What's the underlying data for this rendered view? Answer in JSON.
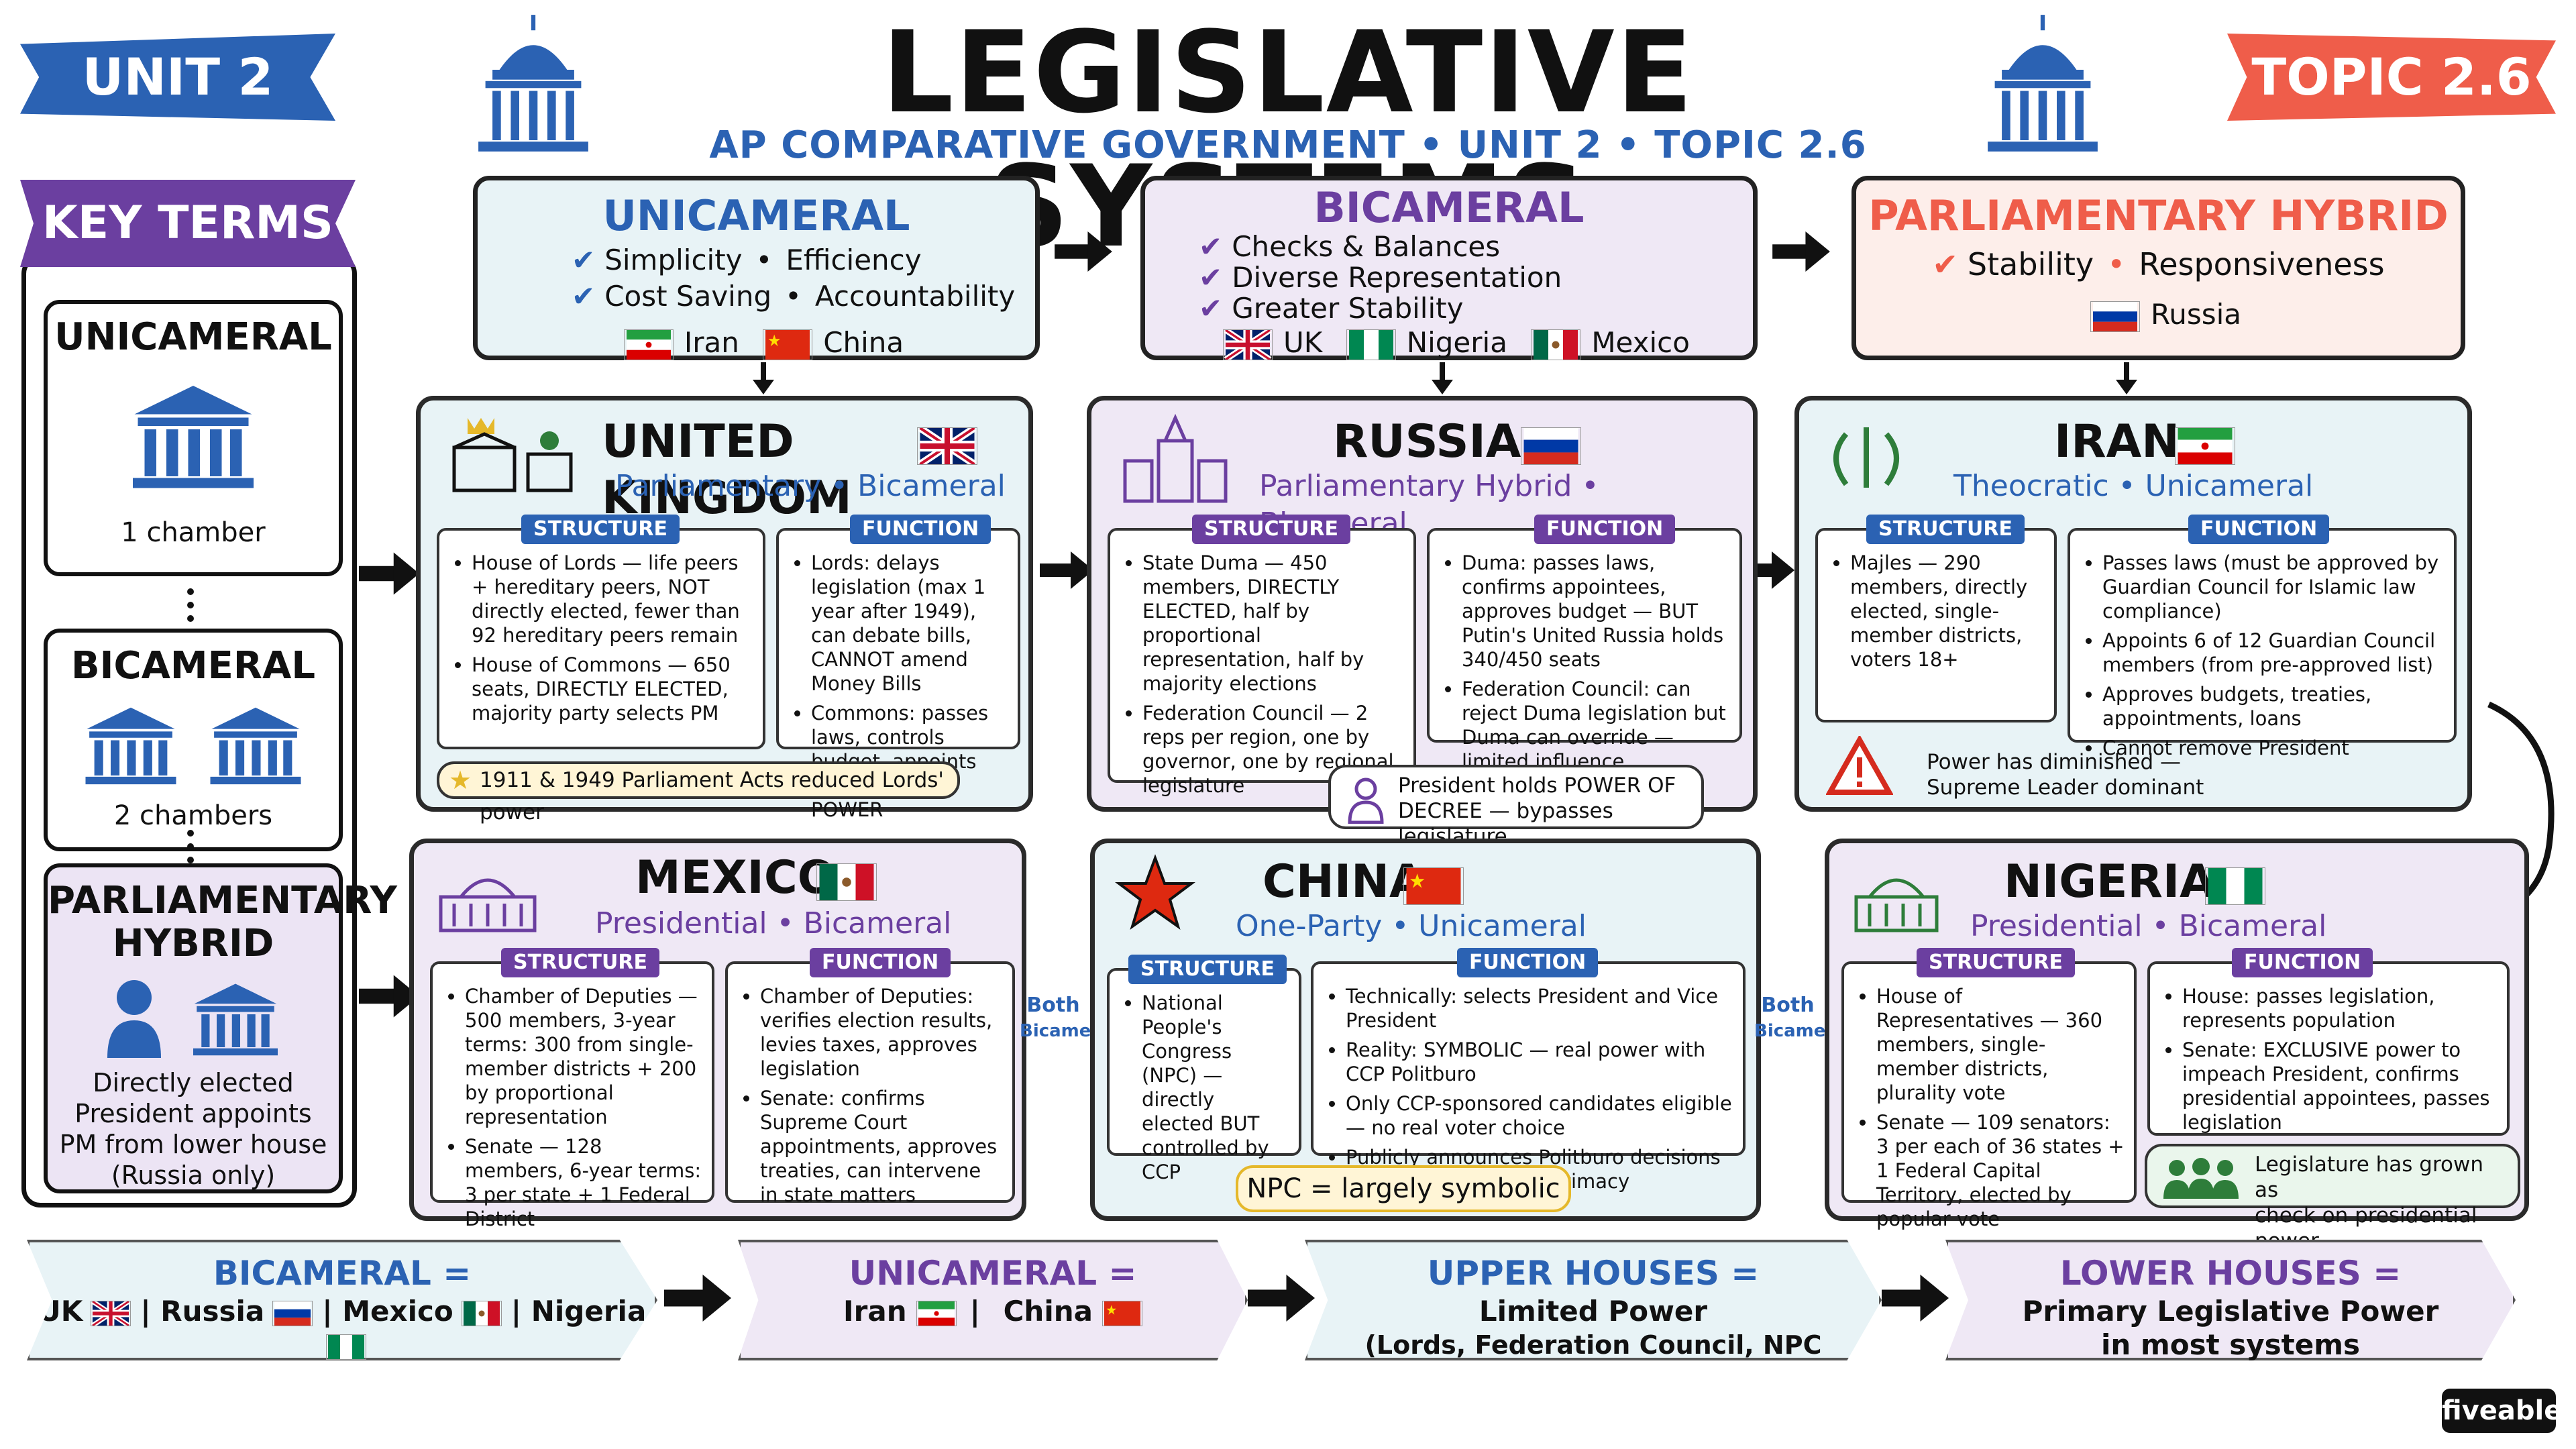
{
  "header": {
    "title": "LEGISLATIVE SYSTEMS",
    "subtitle": "AP COMPARATIVE GOVERNMENT • UNIT 2 • TOPIC 2.6",
    "unit_label": "UNIT 2",
    "topic_label": "TOPIC 2.6"
  },
  "key_terms": {
    "label": "KEY TERMS",
    "unicameral": {
      "title": "UNICAMERAL",
      "desc": "1 chamber"
    },
    "bicameral": {
      "title": "BICAMERAL",
      "desc": "2 chambers"
    },
    "hybrid": {
      "title_1": "PARLIAMENTARY",
      "title_2": "HYBRID",
      "desc_1": "Directly elected",
      "desc_2": "President appoints",
      "desc_3": "PM from lower house",
      "desc_4": "(Russia only)"
    }
  },
  "top": {
    "unicameral": {
      "title": "UNICAMERAL",
      "line1": {
        "a": "Simplicity",
        "b": "Efficiency"
      },
      "line2": {
        "a": "Cost Saving",
        "b": "Accountability"
      },
      "countries": [
        "Iran",
        "China"
      ]
    },
    "bicameral": {
      "title": "BICAMERAL",
      "points": [
        "Checks & Balances",
        "Diverse Representation",
        "Greater Stability"
      ],
      "countries": [
        "UK",
        "Nigeria",
        "Mexico"
      ]
    },
    "hybrid": {
      "title": "PARLIAMENTARY HYBRID",
      "line": {
        "a": "Stability",
        "b": "Responsiveness"
      },
      "countries": [
        "Russia"
      ]
    }
  },
  "countries": {
    "uk": {
      "name": "UNITED KINGDOM",
      "type": "Parliamentary • Bicameral",
      "structure": [
        "House of Lords — life peers + hereditary peers, NOT directly elected, fewer than 92 hereditary peers remain",
        "House of Commons — 650 seats, DIRECTLY ELECTED, majority party selects PM"
      ],
      "function": [
        "Lords: delays legislation (max 1 year after 1949), can debate bills, CANNOT amend Money Bills",
        "Commons: passes laws, controls budget, appoints PM — PRIMARY POWER"
      ],
      "note": "1911 & 1949 Parliament Acts reduced Lords' power"
    },
    "russia": {
      "name": "RUSSIA",
      "type": "Parliamentary Hybrid • Bicameral",
      "structure": [
        "State Duma — 450 members, DIRECTLY ELECTED, half by proportional representation, half by majority elections",
        "Federation Council — 2 reps per region, one by governor, one by regional legislature"
      ],
      "function": [
        "Duma: passes laws, confirms appointees, approves budget — BUT Putin's United Russia holds 340/450 seats",
        "Federation Council: can reject Duma legislation but Duma can override — limited influence"
      ],
      "note_1": "President holds POWER OF",
      "note_2": "DECREE — bypasses legislature"
    },
    "iran": {
      "name": "IRAN",
      "type": "Theocratic • Unicameral",
      "structure": [
        "Majles — 290 members, directly elected, single-member districts, voters 18+"
      ],
      "function": [
        "Passes laws (must be approved by Guardian Council for Islamic law compliance)",
        "Appoints 6 of 12 Guardian Council members (from pre-approved list)",
        "Approves budgets, treaties, appointments, loans",
        "Cannot remove President"
      ],
      "note_1": "Power has diminished —",
      "note_2": "Supreme Leader dominant"
    },
    "mexico": {
      "name": "MEXICO",
      "type": "Presidential • Bicameral",
      "structure": [
        "Chamber of Deputies — 500 members, 3-year terms: 300 from single-member districts + 200 by proportional representation",
        "Senate — 128 members, 6-year terms: 3 per state + 1 Federal District"
      ],
      "function": [
        "Chamber of Deputies: verifies election results, levies taxes, approves legislation",
        "Senate: confirms Supreme Court appointments, approves treaties, can intervene in state matters"
      ]
    },
    "china": {
      "name": "CHINA",
      "type": "One-Party • Unicameral",
      "structure": [
        "National People's Congress (NPC) — directly elected BUT controlled by CCP"
      ],
      "function": [
        "Technically: selects President and Vice President",
        "Reality: SYMBOLIC — real power with CCP Politburo",
        "Only CCP-sponsored candidates eligible — no real voter choice",
        "Publicly announces Politburo decisions — gives illusion of legitimacy"
      ],
      "note": "NPC = largely symbolic"
    },
    "nigeria": {
      "name": "NIGERIA",
      "type": "Presidential • Bicameral",
      "structure": [
        "House of Representatives — 360 members, single-member districts, plurality vote",
        "Senate — 109 senators: 3 per each of 36 states + 1 Federal Capital Territory, elected by popular vote"
      ],
      "function": [
        "House: passes legislation, represents population",
        "Senate: EXCLUSIVE power to impeach President, confirms presidential appointees, passes legislation"
      ],
      "note_1": "Legislature has grown as",
      "note_2": "check on presidential power"
    }
  },
  "labels": {
    "structure": "STRUCTURE",
    "function": "FUNCTION",
    "both_1": "Both",
    "both_2": "Bicameral"
  },
  "summary": {
    "bicameral": {
      "head": "BICAMERAL =",
      "items": [
        "UK",
        "Russia",
        "Mexico",
        "Nigeria"
      ]
    },
    "unicameral": {
      "head": "UNICAMERAL =",
      "items": [
        "Iran",
        "China"
      ]
    },
    "upper": {
      "head": "UPPER HOUSES =",
      "line1": "Limited Power",
      "line2": "(Lords, Federation Council, NPC symbolic)"
    },
    "lower": {
      "head": "LOWER HOUSES =",
      "line1": "Primary Legislative Power",
      "line2": "in most systems"
    }
  },
  "brand": "fiveable",
  "colors": {
    "blue": "#2b62b3",
    "purple": "#6b3fa0",
    "red": "#ef5d4a",
    "green": "#2e7d3a",
    "light_blue": "#e8f3f6",
    "light_purple": "#efe8f5",
    "light_red": "#fdeeea"
  }
}
